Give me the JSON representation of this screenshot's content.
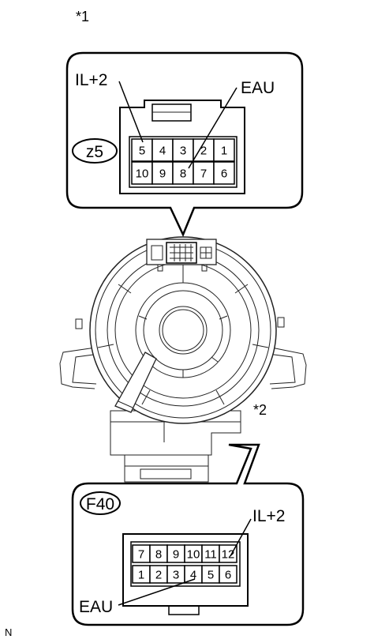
{
  "notes": {
    "star1": "*1",
    "star2": "*2",
    "corner": "N"
  },
  "top_connector": {
    "code": "z5",
    "label_left": "IL+2",
    "label_right": "EAU",
    "row1": [
      "5",
      "4",
      "3",
      "2",
      "1"
    ],
    "row2": [
      "10",
      "9",
      "8",
      "7",
      "6"
    ]
  },
  "bottom_connector": {
    "code": "F40",
    "label_top": "IL+2",
    "label_bottom": "EAU",
    "row1": [
      "7",
      "8",
      "9",
      "10",
      "11",
      "12"
    ],
    "row2": [
      "1",
      "2",
      "3",
      "4",
      "5",
      "6"
    ]
  }
}
